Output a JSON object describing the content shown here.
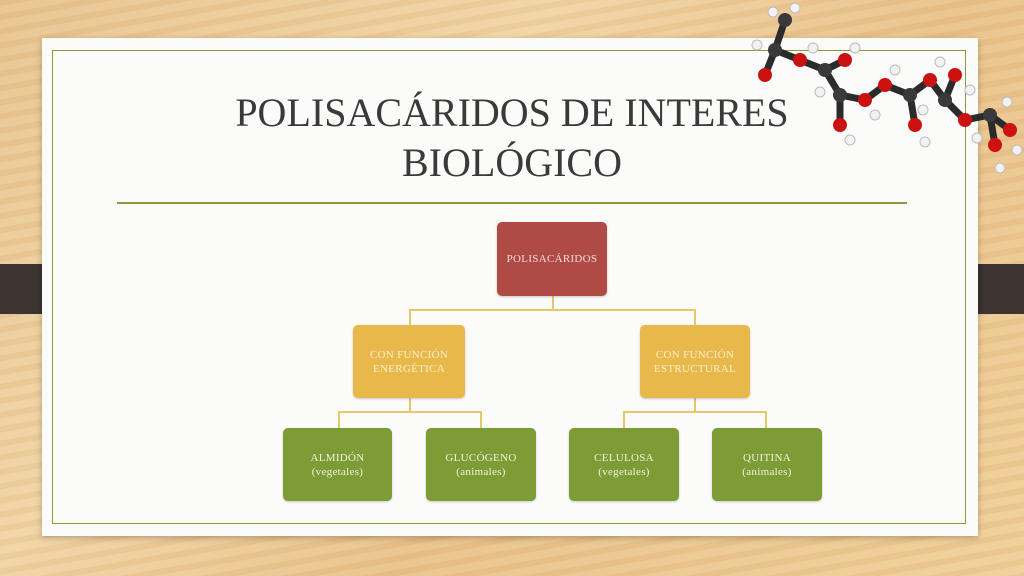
{
  "slide": {
    "title_line1": "POLISACÁRIDOS DE INTERES",
    "title_line2": "BIOLÓGICO"
  },
  "diagram": {
    "root": {
      "label": "POLISACÁRIDOS"
    },
    "branches": [
      {
        "label_line1": "CON FUNCIÓN",
        "label_line2": "ENERGÉTICA",
        "children": [
          {
            "label": "ALMIDÓN",
            "sub": "(vegetales)"
          },
          {
            "label": "GLUCÓGENO",
            "sub": "(animales)"
          }
        ]
      },
      {
        "label_line1": "CON FUNCIÓN",
        "label_line2": "ESTRUCTURAL",
        "children": [
          {
            "label": "CELULOSA",
            "sub": "(vegetales)"
          },
          {
            "label": "QUITINA",
            "sub": "(animales)"
          }
        ]
      }
    ]
  },
  "colors": {
    "root": "#b04a45",
    "level2": "#e9b84a",
    "level3": "#7e9c35",
    "accent_line": "#8a9a3a"
  }
}
